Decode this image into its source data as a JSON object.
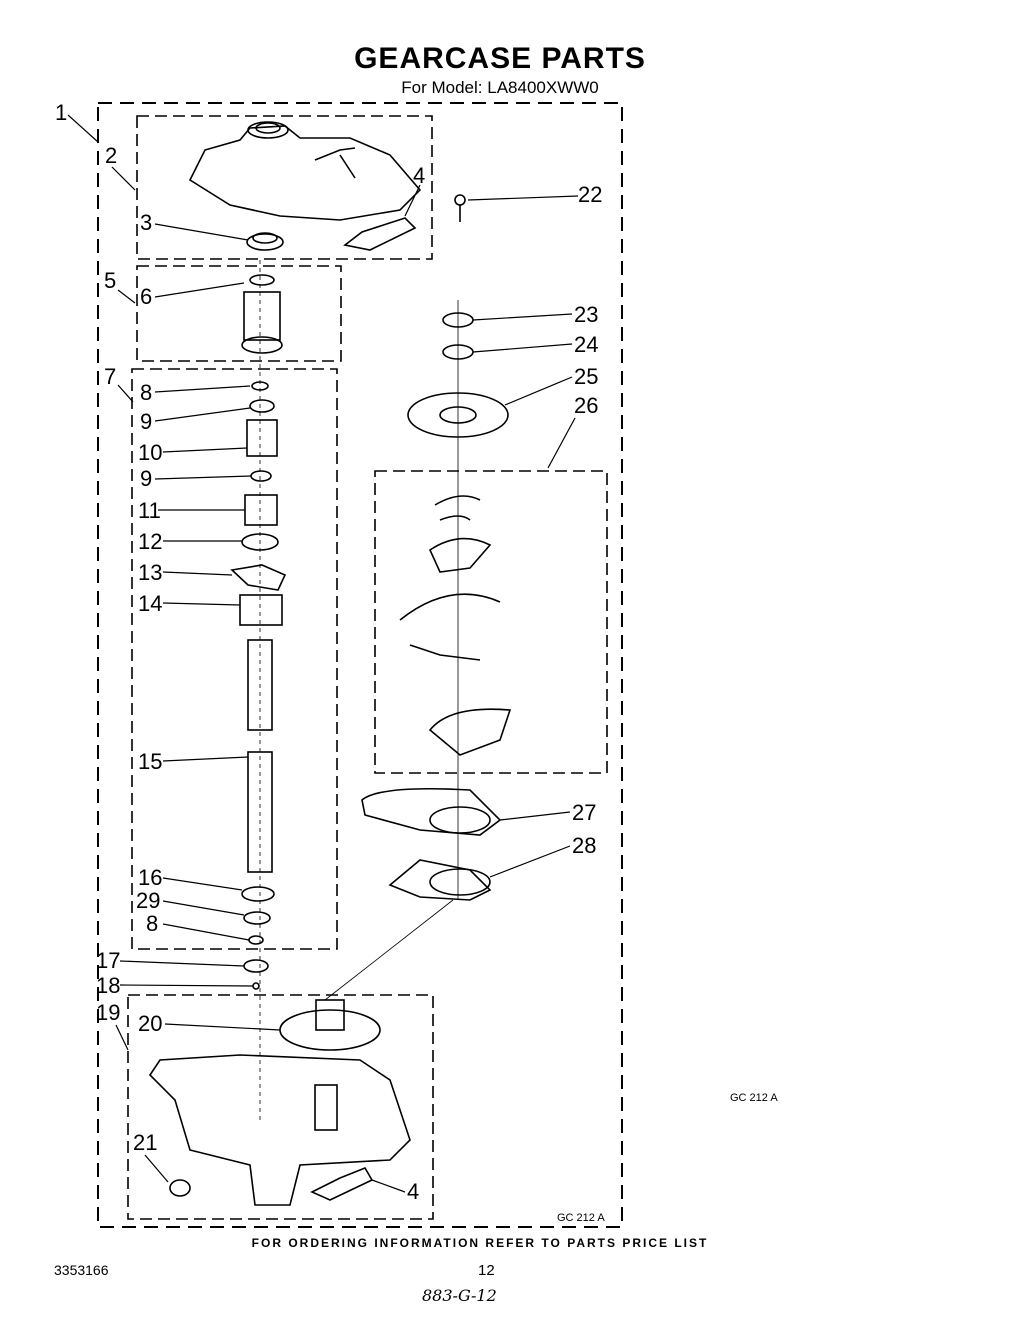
{
  "header": {
    "title": "GEARCASE PARTS",
    "subtitle": "For Model: LA8400XWW0"
  },
  "callouts": [
    "1",
    "2",
    "3",
    "4",
    "5",
    "6",
    "7",
    "8",
    "9",
    "10",
    "9",
    "11",
    "12",
    "13",
    "14",
    "15",
    "16",
    "29",
    "8",
    "17",
    "18",
    "19",
    "20",
    "21",
    "4",
    "22",
    "23",
    "24",
    "25",
    "26",
    "27",
    "28"
  ],
  "labels": {
    "gc_inner": "GC 212 A",
    "gc_side": "GC 212  A"
  },
  "footer": {
    "ordering_note": "FOR ORDERING INFORMATION REFER TO PARTS PRICE LIST",
    "document_number": "3353166",
    "page_number": "12",
    "handwritten_note": "883-G-12"
  }
}
